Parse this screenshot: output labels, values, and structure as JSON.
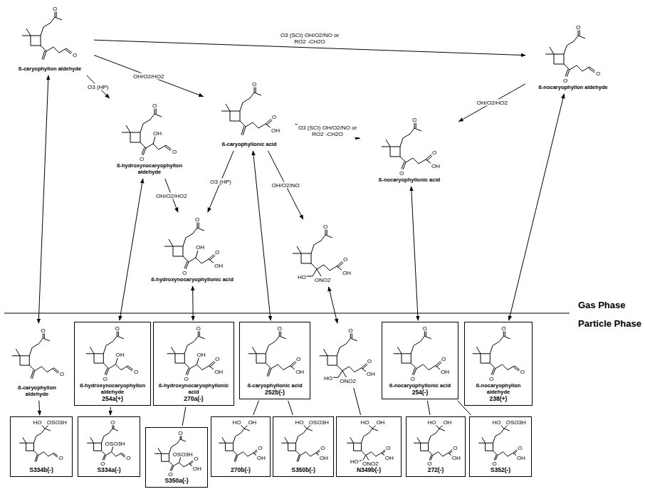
{
  "diagram": {
    "nodes": [
      {
        "text": [
          "O",
          "O",
          "ß-caryophyllon aldehyde"
        ]
      },
      {
        "text": [
          "O",
          "O",
          "O",
          "ß-nocaryophyllon aldehyde"
        ]
      },
      {
        "text": [
          "O",
          "OH",
          "O",
          "O",
          "ß-hydroxynocaryophyllon aldehyde"
        ]
      },
      {
        "text": [
          "O",
          "O",
          "OH",
          "ß-caryophyllonic acid"
        ]
      },
      {
        "text": [
          "O",
          "O",
          "O",
          "OH",
          "ß-nocaryophyllonic acid"
        ]
      },
      {
        "text": [
          "O",
          "OH",
          "O",
          "O",
          "OH",
          "ß-hydroxynocaryophyllonic acid"
        ]
      },
      {
        "text": [
          "O",
          "HO",
          "ONO2",
          "O",
          "OH"
        ]
      },
      {
        "text": [
          "O",
          "O",
          "ß-caryophyllon aldehyde"
        ]
      },
      {
        "text": [
          "O",
          "OH",
          "O",
          "O",
          "ß-hydroxynocaryophyllon aldehyde",
          "254a(+)"
        ]
      },
      {
        "text": [
          "O",
          "OH",
          "O",
          "O",
          "OH",
          "ß-hydroxynocaryophyllonic acid",
          "270a(-)"
        ]
      },
      {
        "text": [
          "O",
          "O",
          "OH",
          "ß-caryophyllonic acid",
          "252b(-)"
        ]
      },
      {
        "text": [
          "O",
          "HO",
          "ONO2",
          "O",
          "OH"
        ]
      },
      {
        "text": [
          "O",
          "O",
          "O",
          "OH",
          "ß-nocaryophyllonic acid",
          "254(-)"
        ]
      },
      {
        "text": [
          "O",
          "O",
          "O",
          "ß-nocaryophyllon aldehyde",
          "238(+)"
        ]
      },
      {
        "text": [
          "HO",
          "OSO3H",
          "O",
          "S334b(-)"
        ]
      },
      {
        "text": [
          "O",
          "OSO3H",
          "O",
          "O",
          "S334a(-)"
        ]
      },
      {
        "text": [
          "O",
          "OSO3H",
          "O",
          "O",
          "OH",
          "S350a(-)"
        ]
      },
      {
        "text": [
          "HO",
          "OH",
          "O",
          "OH",
          "270b(-)"
        ]
      },
      {
        "text": [
          "HO",
          "OSO3H",
          "O",
          "OH",
          "S350b(-)"
        ]
      },
      {
        "text": [
          "HO",
          "OH",
          "HO",
          "ONO2",
          "O",
          "OH",
          "N349b(-)"
        ]
      },
      {
        "text": [
          "HO",
          "OH",
          "O",
          "O",
          "OH",
          "272(-)"
        ]
      },
      {
        "text": [
          "HO",
          "OSO3H",
          "O",
          "O",
          "OH",
          "S352(-)"
        ]
      }
    ],
    "edges": [
      {
        "from": 0,
        "to": 1,
        "arrow": "to",
        "label": "O3 (SCI) OH/O2/NO or RO2 -CH2O"
      },
      {
        "from": 0,
        "to": 2,
        "arrow": "to",
        "label": "O3 (HP)"
      },
      {
        "from": 0,
        "to": 3,
        "arrow": "to",
        "label": "OH/O2/HO2"
      },
      {
        "from": 2,
        "to": 5,
        "arrow": "to",
        "label": "OH/O2/HO2"
      },
      {
        "from": 3,
        "to": 5,
        "arrow": "to",
        "label": "O3 (HP)"
      },
      {
        "from": 3,
        "to": 4,
        "arrow": "to",
        "label": "O3 (SCI) OH/O2/NO or RO2 -CH2O"
      },
      {
        "from": 3,
        "to": 6,
        "arrow": "to",
        "label": "OH/O2/NO"
      },
      {
        "from": 1,
        "to": 4,
        "arrow": "to",
        "label": "OH/O2/HO2"
      },
      {
        "from": 0,
        "to": 7,
        "arrow": "both"
      },
      {
        "from": 2,
        "to": 8,
        "arrow": "both"
      },
      {
        "from": 5,
        "to": 9,
        "arrow": "both"
      },
      {
        "from": 3,
        "to": 10,
        "arrow": "both"
      },
      {
        "from": 6,
        "to": 11,
        "arrow": "both"
      },
      {
        "from": 4,
        "to": 12,
        "arrow": "both"
      },
      {
        "from": 1,
        "to": 13,
        "arrow": "both"
      },
      {
        "from": 7,
        "to": 14,
        "arrow": "to"
      },
      {
        "from": 8,
        "to": 15,
        "arrow": "to"
      },
      {
        "from": 9,
        "to": 16,
        "arrow": "none"
      },
      {
        "from": 10,
        "to": 17,
        "arrow": "none"
      },
      {
        "from": 10,
        "to": 18,
        "arrow": "none"
      },
      {
        "from": 11,
        "to": 19,
        "arrow": "none"
      },
      {
        "from": 12,
        "to": 20,
        "arrow": "none"
      },
      {
        "from": 12,
        "to": 21,
        "arrow": "none"
      }
    ],
    "labels": [
      "Gas Phase",
      "Particle Phase"
    ]
  }
}
